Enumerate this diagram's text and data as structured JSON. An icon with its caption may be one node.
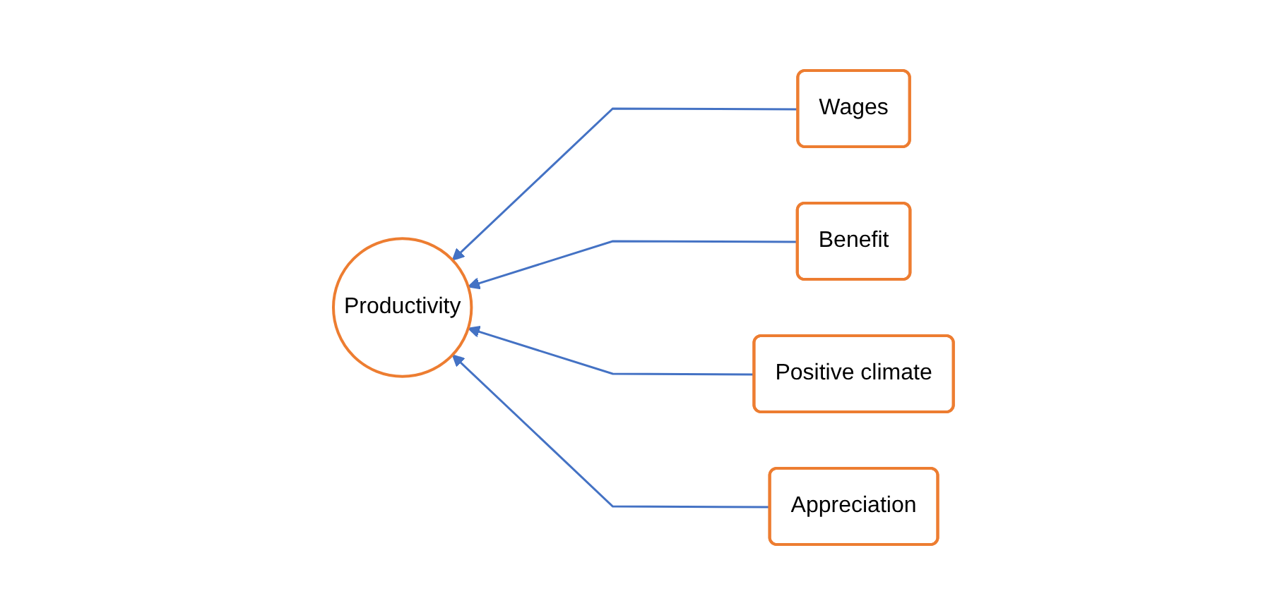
{
  "diagram": {
    "nodes": [
      {
        "text": [
          "Productivity"
        ]
      },
      {
        "text": [
          "Wages"
        ]
      },
      {
        "text": [
          "Benefit"
        ]
      },
      {
        "text": [
          "Positive climate"
        ]
      },
      {
        "text": [
          "Appreciation"
        ]
      }
    ],
    "edges": [
      {
        "from": 1,
        "to": 0,
        "arrow": "to"
      },
      {
        "from": 2,
        "to": 0,
        "arrow": "to"
      },
      {
        "from": 3,
        "to": 0,
        "arrow": "to"
      },
      {
        "from": 4,
        "to": 0,
        "arrow": "to"
      }
    ]
  }
}
